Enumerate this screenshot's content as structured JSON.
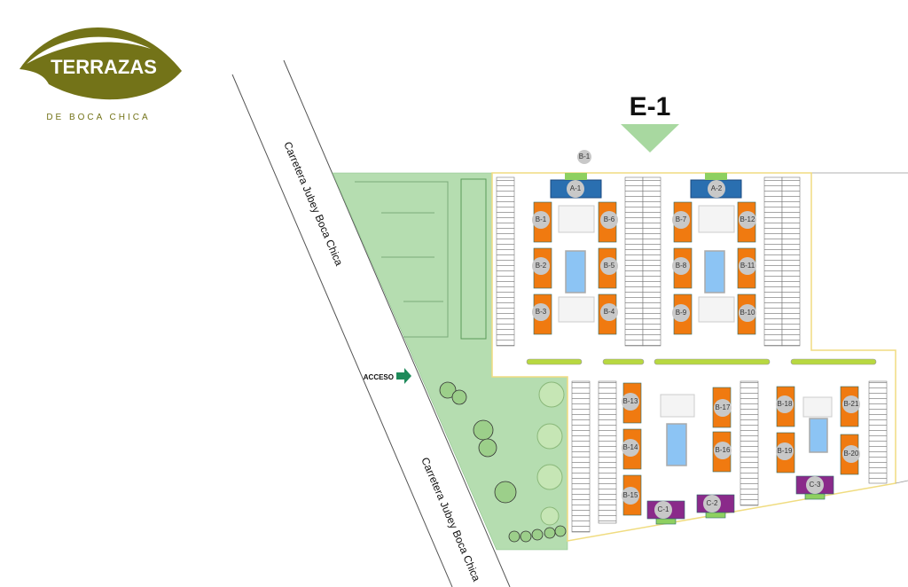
{
  "logo": {
    "name": "TERRAZAS",
    "subtitle": "DE BOCA CHICA",
    "color": "#737318"
  },
  "section_label": "E-1",
  "roads": {
    "upper": "Carretera Jubey Boca Chica",
    "lower": "Carretera Jubey Boca Chica"
  },
  "access_label": "ACCESO",
  "buildings": {
    "marker_b1": "B-1",
    "A": [
      "A-1",
      "A-2"
    ],
    "B": [
      "B-1",
      "B-2",
      "B-3",
      "B-4",
      "B-5",
      "B-6",
      "B-7",
      "B-8",
      "B-9",
      "B-10",
      "B-11",
      "B-12",
      "B-13",
      "B-14",
      "B-15",
      "B-16",
      "B-17",
      "B-18",
      "B-19",
      "B-20",
      "B-21"
    ],
    "C": [
      "C-1",
      "C-2",
      "C-3"
    ]
  },
  "colors": {
    "type_a": "#2a6fb0",
    "type_b": "#f07a10",
    "type_c": "#8a2a8a",
    "green_area": "#a8d8a0",
    "border": "#f0dc80",
    "arrow": "#a8d8a0"
  }
}
